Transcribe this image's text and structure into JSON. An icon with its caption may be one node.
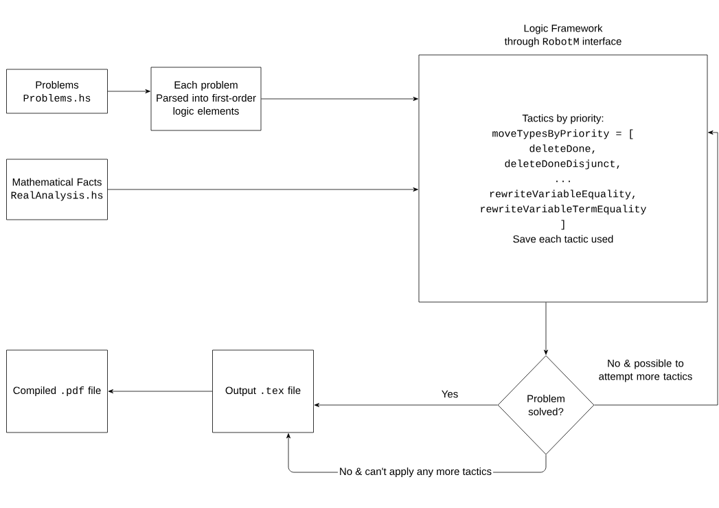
{
  "diagram": {
    "nodes": [
      {
        "text": [
          "Problems",
          "Problems.hs"
        ]
      },
      {
        "text": [
          "Each problem Parsed into first-order logic elements"
        ]
      },
      {
        "text": [
          "Mathematical Facts",
          "RealAnalysis.hs"
        ]
      },
      {
        "text": [
          "Logic Framework",
          "through",
          "RobotM",
          "interface",
          "Tactics by priority:",
          "moveTypesByPriority = [",
          "deleteDone,",
          "deleteDoneDisjunct,",
          "...",
          "rewriteVariableEquality,",
          "rewriteVariableTermEquality",
          "]",
          "Save each tactic used"
        ]
      },
      {
        "text": [
          "Problem solved?"
        ]
      },
      {
        "text": [
          "Output",
          ".tex",
          "file"
        ]
      },
      {
        "text": [
          "Compiled",
          ".pdf",
          "file"
        ]
      }
    ],
    "edges": [
      {
        "from": 0,
        "to": 1,
        "arrow": "to"
      },
      {
        "from": 1,
        "to": 3,
        "arrow": "to"
      },
      {
        "from": 2,
        "to": 3,
        "arrow": "to"
      },
      {
        "from": 3,
        "to": 4,
        "arrow": "to"
      },
      {
        "from": 4,
        "to": 5,
        "arrow": "to",
        "label": "Yes"
      },
      {
        "from": 5,
        "to": 6,
        "arrow": "to"
      },
      {
        "from": 4,
        "to": 3,
        "arrow": "to",
        "label": "No & possible to attempt more tactics"
      },
      {
        "from": 4,
        "to": 5,
        "arrow": "to",
        "label": "No & can't apply any more tactics"
      }
    ]
  }
}
